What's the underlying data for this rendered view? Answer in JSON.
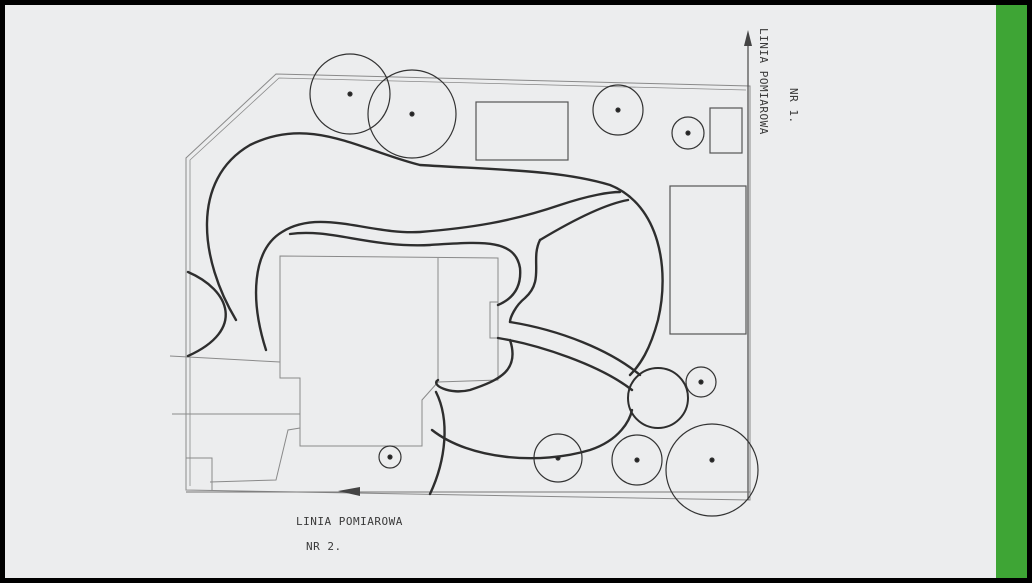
{
  "labels": {
    "line1_title": "LINIA POMIAROWA",
    "line1_number": "NR 1.",
    "line2_title": "LINIA POMIAROWA",
    "line2_number": "NR 2."
  },
  "colors": {
    "paper": "#ecedee",
    "ink": "#2e2e2e",
    "pencil": "#8a8a8a",
    "green_strip": "#3ea535",
    "frame": "#000000"
  }
}
